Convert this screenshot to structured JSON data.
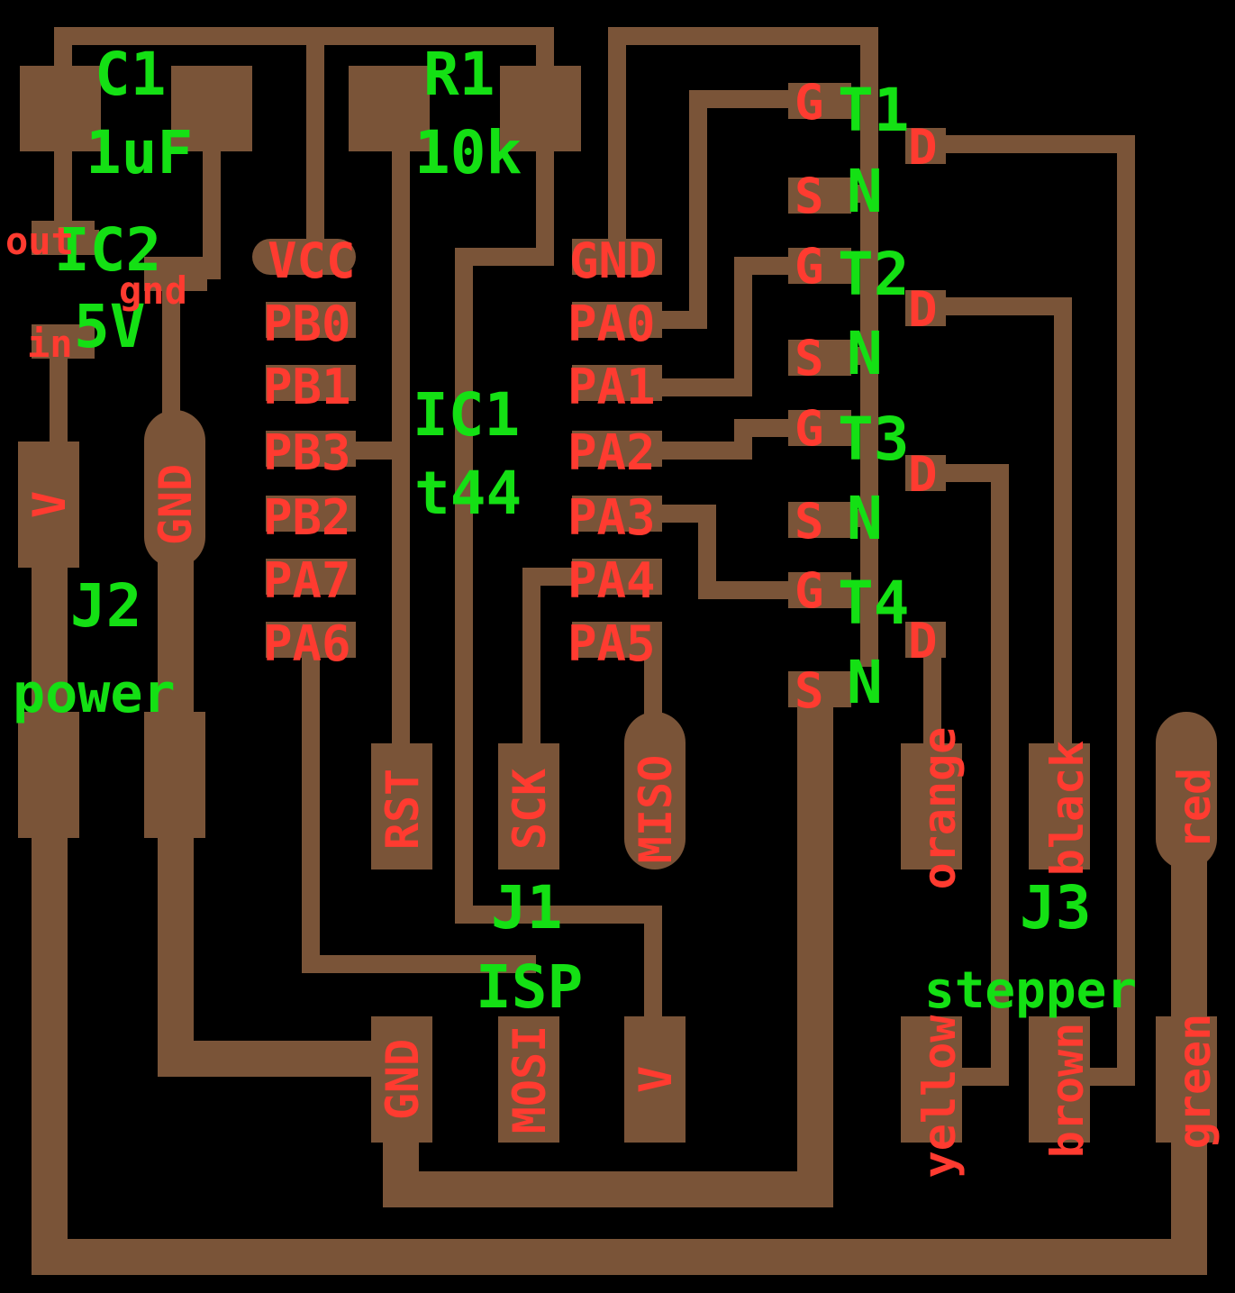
{
  "colors": {
    "copper": "#7a5438",
    "pad_label": "#ff3b30",
    "part_label": "#14e014",
    "background": "#000000"
  },
  "parts": {
    "c1": {
      "ref": "C1",
      "value": "1uF"
    },
    "r1": {
      "ref": "R1",
      "value": "10k"
    },
    "ic2": {
      "ref": "IC2",
      "value": "5V",
      "pin_out": "out",
      "pin_gnd": "gnd",
      "pin_in": "in"
    },
    "ic1": {
      "ref": "IC1",
      "value": "t44",
      "left_pins": [
        "VCC",
        "PB0",
        "PB1",
        "PB3",
        "PB2",
        "PA7",
        "PA6"
      ],
      "right_pins": [
        "GND",
        "PA0",
        "PA1",
        "PA2",
        "PA3",
        "PA4",
        "PA5"
      ]
    },
    "j2": {
      "ref": "J2",
      "value": "power",
      "pin_v": "V",
      "pin_gnd": "GND"
    },
    "j1": {
      "ref": "J1",
      "value": "ISP",
      "top_pins": [
        "RST",
        "SCK",
        "MISO"
      ],
      "bottom_pins": [
        "GND",
        "MOSI",
        "V"
      ]
    },
    "mosfets": [
      {
        "ref": "T1",
        "g": "G",
        "s": "S",
        "d": "D",
        "n": "N"
      },
      {
        "ref": "T2",
        "g": "G",
        "s": "S",
        "d": "D",
        "n": "N"
      },
      {
        "ref": "T3",
        "g": "G",
        "s": "S",
        "d": "D",
        "n": "N"
      },
      {
        "ref": "T4",
        "g": "G",
        "s": "S",
        "d": "D",
        "n": "N"
      }
    ],
    "j3": {
      "ref": "J3",
      "value": "stepper",
      "top_pins": [
        "orange",
        "black",
        "red"
      ],
      "bottom_pins": [
        "yellow",
        "brown",
        "green"
      ]
    }
  }
}
